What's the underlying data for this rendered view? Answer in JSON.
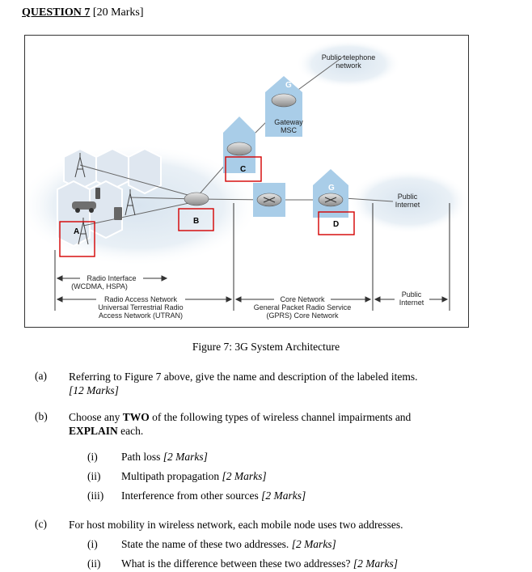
{
  "header": {
    "question_label": "QUESTION 7",
    "marks": "[20 Marks]"
  },
  "diagram": {
    "cloud_pstn": [
      "Public telephone",
      "network"
    ],
    "cloud_internet": [
      "Public",
      "Internet"
    ],
    "gateway_msc": [
      "Gateway",
      "MSC"
    ],
    "g_marks": [
      "G",
      "G"
    ],
    "box_labels": {
      "A": "A",
      "B": "B",
      "C": "C",
      "D": "D"
    },
    "radio_interface": [
      "Radio Interface",
      "(WCDMA, HSPA)"
    ],
    "ran": [
      "Radio Access Network",
      "Universal Terrestrial Radio",
      "Access Network (UTRAN)"
    ],
    "core": [
      "Core Network",
      "General Packet Radio Service",
      "(GPRS) Core Network"
    ],
    "public_internet": [
      "Public",
      "Internet"
    ]
  },
  "caption": "Figure 7: 3G System Architecture",
  "parts": [
    {
      "letter": "(a)",
      "text": "Referring to Figure 7 above, give the name and description of the labeled items.",
      "marks": "[12 Marks]"
    },
    {
      "letter": "(b)",
      "text_pre": "Choose any ",
      "text_bold": "TWO",
      "text_mid": " of the following types of wireless channel impairments and",
      "text_bold2": "EXPLAIN",
      "text_post": " each."
    },
    {
      "letter": "(c)",
      "text": "For host mobility in wireless network, each mobile node uses two addresses."
    }
  ],
  "b_items": [
    {
      "num": "(i)",
      "text": "Path loss ",
      "marks": "[2 Marks]"
    },
    {
      "num": "(ii)",
      "text": "Multipath propagation ",
      "marks": "[2 Marks]"
    },
    {
      "num": "(iii)",
      "text": "Interference from other sources ",
      "marks": "[2 Marks]"
    }
  ],
  "c_items": [
    {
      "num": "(i)",
      "text": "State the name of these two addresses. ",
      "marks": "[2 Marks]"
    },
    {
      "num": "(ii)",
      "text": "What is the difference between these two addresses? ",
      "marks": "[2 Marks]"
    }
  ]
}
